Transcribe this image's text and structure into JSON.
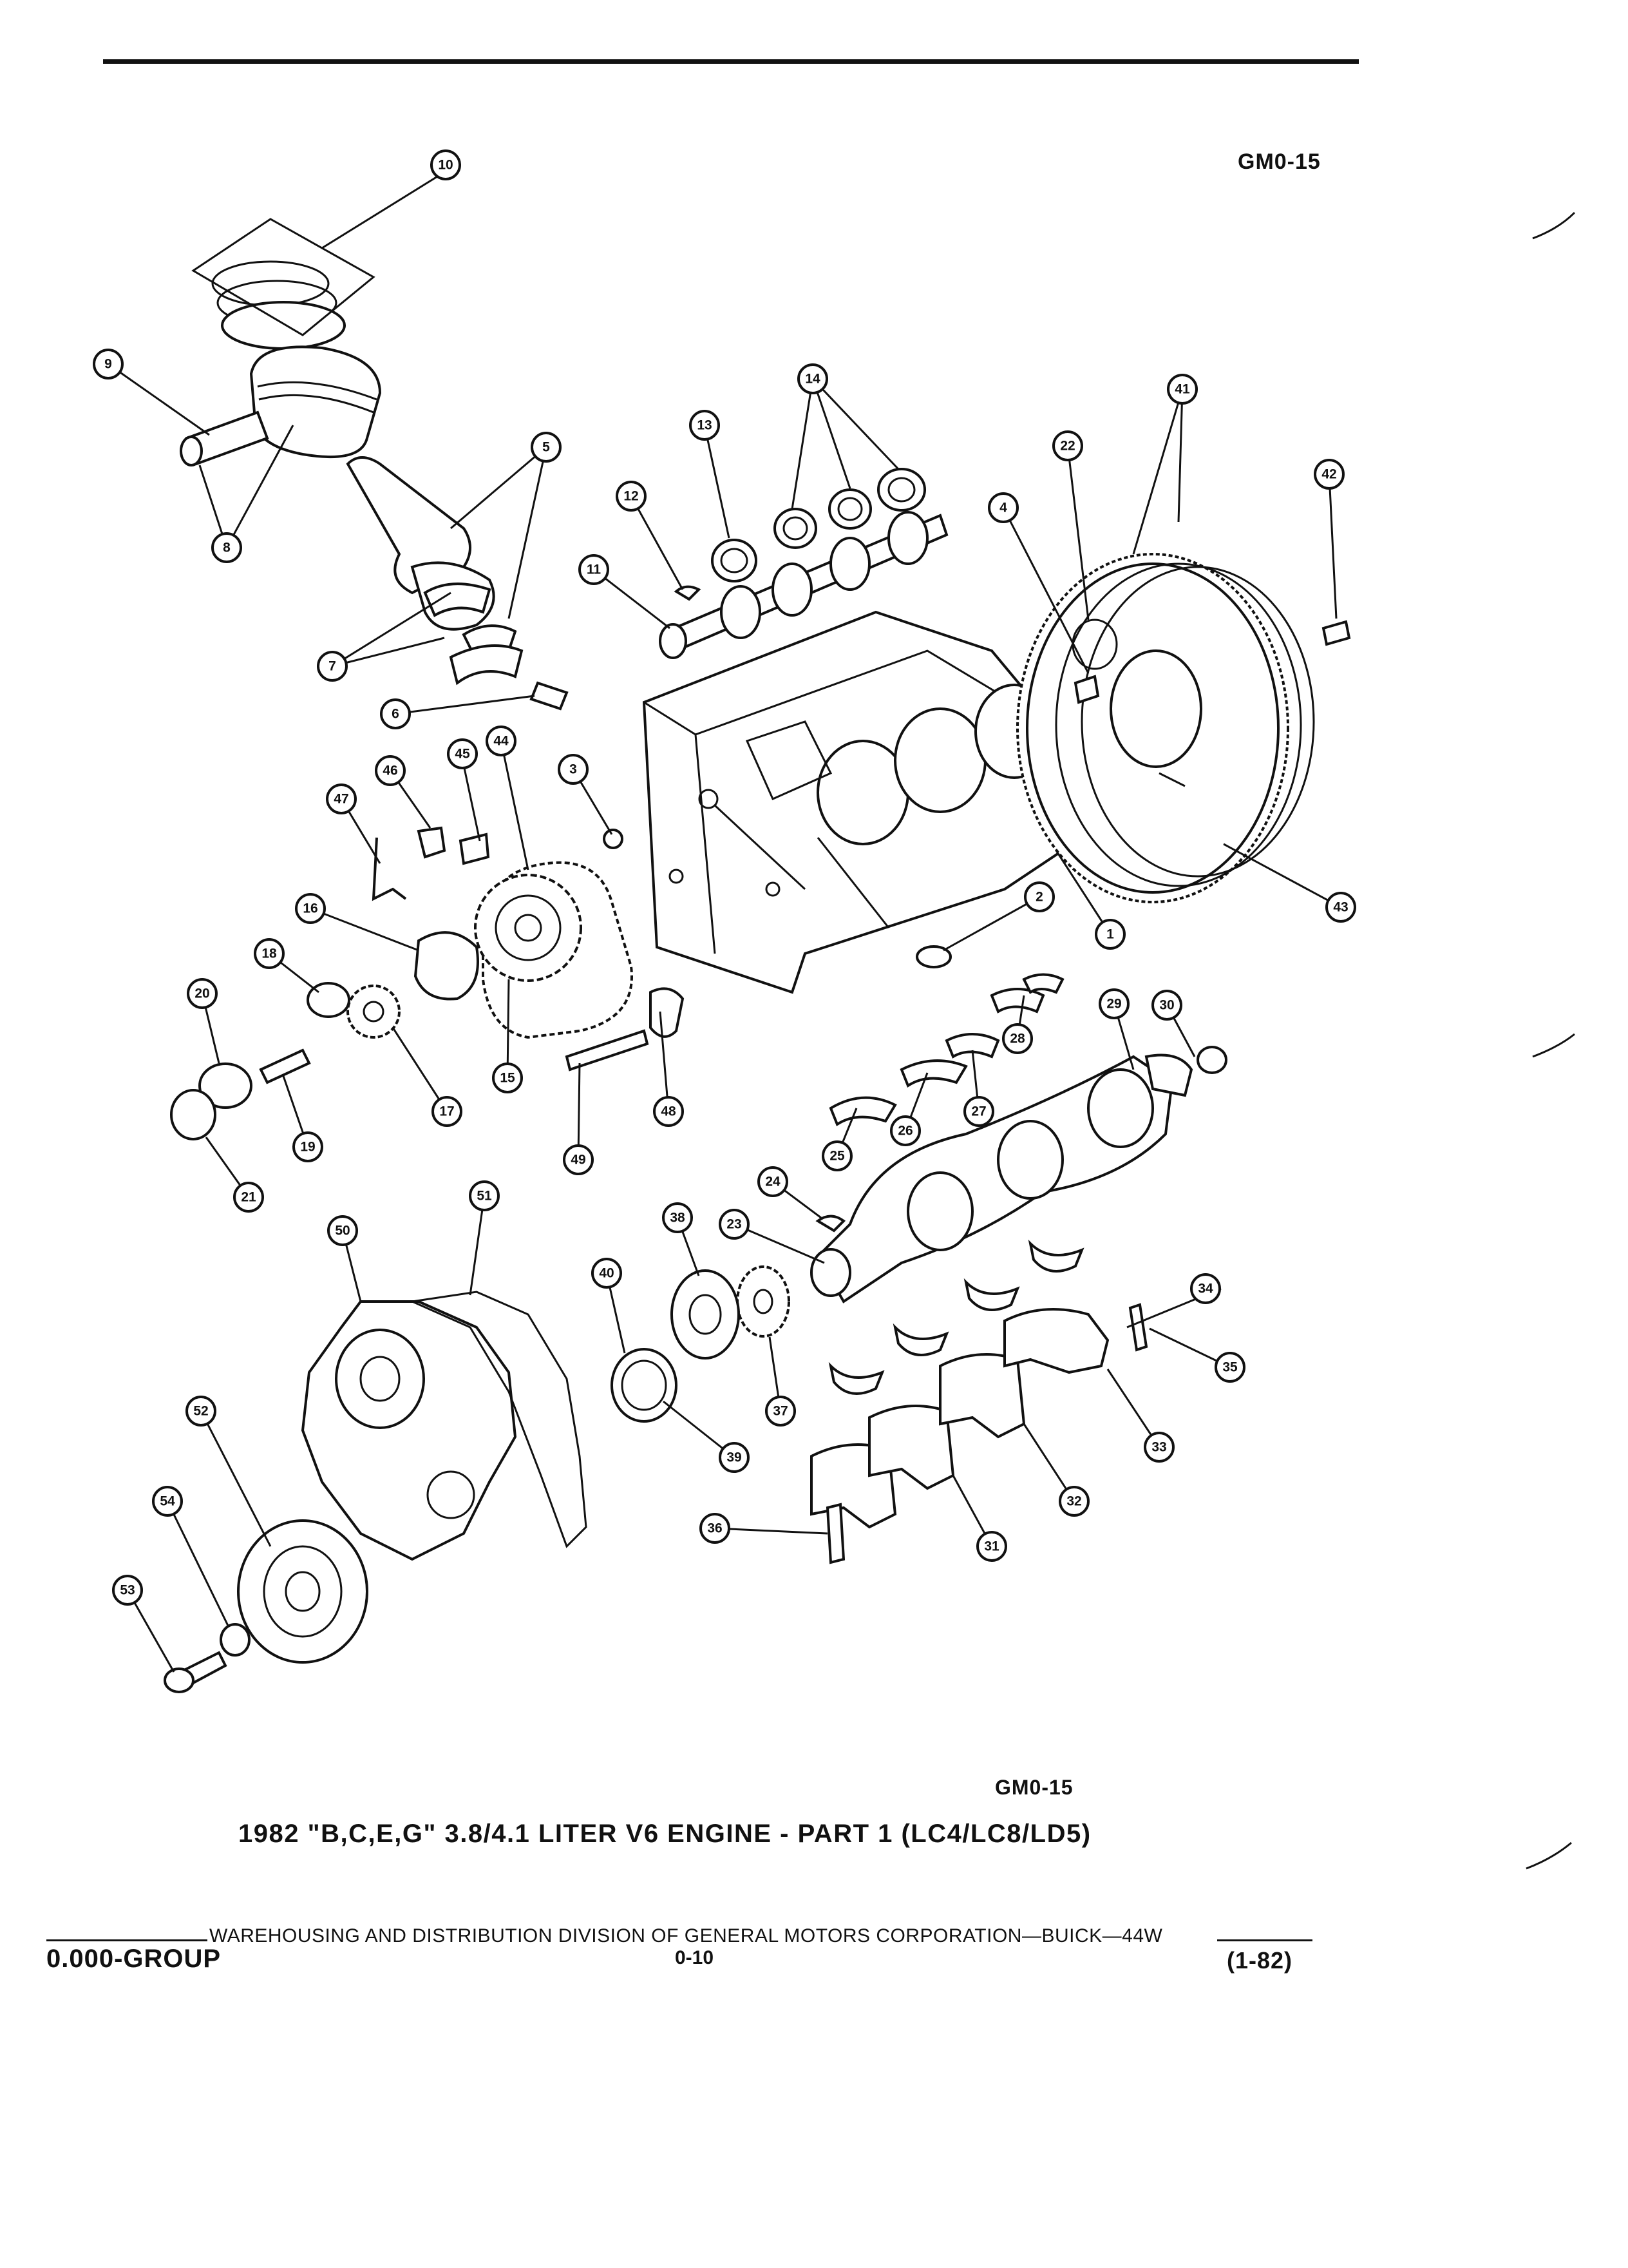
{
  "header": {
    "diagram_code": "GM0-15"
  },
  "diagram": {
    "callouts": [
      "1",
      "2",
      "3",
      "4",
      "5",
      "6",
      "7",
      "8",
      "9",
      "10",
      "11",
      "12",
      "13",
      "14",
      "15",
      "16",
      "17",
      "18",
      "19",
      "20",
      "21",
      "22",
      "23",
      "24",
      "25",
      "26",
      "27",
      "28",
      "29",
      "30",
      "31",
      "32",
      "33",
      "34",
      "35",
      "36",
      "37",
      "38",
      "39",
      "40",
      "41",
      "42",
      "43",
      "44",
      "45",
      "46",
      "47",
      "48",
      "49",
      "50",
      "51",
      "52",
      "53",
      "54"
    ]
  },
  "caption": {
    "code": "GM0-15",
    "title": "1982 \"B,C,E,G\" 3.8/4.1 LITER V6 ENGINE - PART 1 (LC4/LC8/LD5)"
  },
  "footer": {
    "publisher": "WAREHOUSING AND DISTRIBUTION  DIVISION OF GENERAL MOTORS CORPORATION—BUICK—44W",
    "group": "0.000-GROUP",
    "page": "0-10",
    "date": "(1-82)"
  }
}
